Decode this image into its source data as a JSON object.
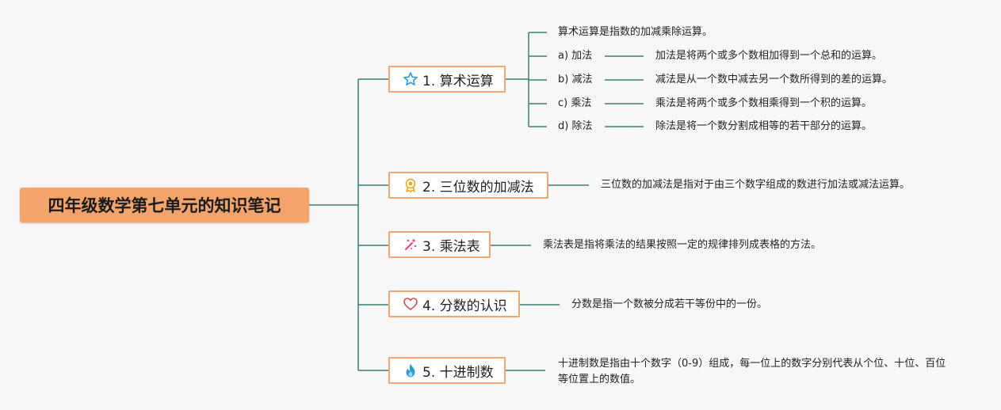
{
  "root": {
    "title": "四年级数学第七单元的知识笔记"
  },
  "topics": [
    {
      "label": "1. 算术运算",
      "icon": "star-icon",
      "color": "#2f9bd6",
      "intro": "算术运算是指数的加减乘除运算。",
      "subs": [
        {
          "label": "a) 加法",
          "desc": "加法是将两个或多个数相加得到一个总和的运算。"
        },
        {
          "label": "b) 减法",
          "desc": "减法是从一个数中减去另一个数所得到的差的运算。"
        },
        {
          "label": "c) 乘法",
          "desc": "乘法是将两个或多个数相乘得到一个积的运算。"
        },
        {
          "label": "d) 除法",
          "desc": "除法是将一个数分割成相等的若干部分的运算。"
        }
      ]
    },
    {
      "label": "2. 三位数的加减法",
      "icon": "medal-icon",
      "color": "#e8a820",
      "desc": "三位数的加减法是指对于由三个数字组成的数进行加法或减法运算。"
    },
    {
      "label": "3. 乘法表",
      "icon": "sparkle-wand-icon",
      "color": "#e8407a",
      "desc": "乘法表是指将乘法的结果按照一定的规律排列成表格的方法。"
    },
    {
      "label": "4. 分数的认识",
      "icon": "heart-icon",
      "color": "#d94a4a",
      "desc": "分数是指一个数被分成若干等份中的一份。"
    },
    {
      "label": "5. 十进制数",
      "icon": "flame-icon",
      "color": "#2f9bd6",
      "desc": "十进制数是指由十个数字（0-9）组成，每一位上的数字分别代表从个位、十位、百位等位置上的数值。"
    }
  ],
  "colors": {
    "line": "#3b7f76",
    "topic_border": "#f0a672",
    "root_bg": "#f4a46a",
    "background": "#f7f7f7"
  }
}
